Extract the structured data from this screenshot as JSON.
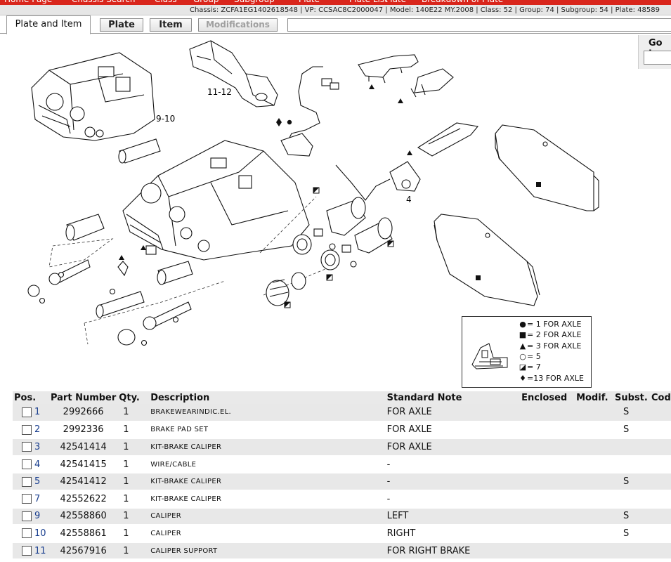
{
  "nav": {
    "items": [
      "Home Page",
      "Chassis Search",
      "Class",
      "Group",
      "Subgroup",
      "Plate",
      "Plate List",
      "Plate",
      "Breakdown of Plate"
    ]
  },
  "info_bar": "Chassis: ZCFA1EG1402618548 | VP: CCSAC8C2000047 | Model: 140E22 MY.2008 | Class: 52 | Group: 74 | Subgroup: 54 | Plate: 48589",
  "tabs": {
    "active": "Plate and Item",
    "plate": "Plate",
    "item": "Item",
    "modifications": "Modifications"
  },
  "goto": {
    "label": "Go to"
  },
  "diagram": {
    "labels": [
      "9-10",
      "11-12",
      "4"
    ],
    "legend": [
      {
        "symbol": "●",
        "text": "= 1  FOR AXLE"
      },
      {
        "symbol": "■",
        "text": "= 2  FOR AXLE"
      },
      {
        "symbol": "▲",
        "text": "= 3  FOR AXLE"
      },
      {
        "symbol": "○",
        "text": "= 5"
      },
      {
        "symbol": "◪",
        "text": "= 7"
      },
      {
        "symbol": "♦",
        "text": "=13 FOR AXLE"
      }
    ]
  },
  "table": {
    "headers": [
      "Pos.",
      "Part Number",
      "Qty.",
      "Description",
      "Standard Note",
      "Enclosed",
      "Modif.",
      "Subst.",
      "Codi"
    ],
    "rows": [
      {
        "pos": "1",
        "part": "2992666",
        "qty": "1",
        "desc": "BRAKEWEARINDIC.EL.",
        "note": "FOR AXLE",
        "subst": "S"
      },
      {
        "pos": "2",
        "part": "2992336",
        "qty": "1",
        "desc": "BRAKE PAD SET",
        "note": "FOR AXLE",
        "subst": "S"
      },
      {
        "pos": "3",
        "part": "42541414",
        "qty": "1",
        "desc": "KIT-BRAKE CALIPER",
        "note": "FOR AXLE",
        "subst": ""
      },
      {
        "pos": "4",
        "part": "42541415",
        "qty": "1",
        "desc": "WIRE/CABLE",
        "note": "-",
        "subst": ""
      },
      {
        "pos": "5",
        "part": "42541412",
        "qty": "1",
        "desc": "KIT-BRAKE CALIPER",
        "note": "-",
        "subst": "S"
      },
      {
        "pos": "7",
        "part": "42552622",
        "qty": "1",
        "desc": "KIT-BRAKE CALIPER",
        "note": "-",
        "subst": ""
      },
      {
        "pos": "9",
        "part": "42558860",
        "qty": "1",
        "desc": "CALIPER",
        "note": "LEFT",
        "subst": "S"
      },
      {
        "pos": "10",
        "part": "42558861",
        "qty": "1",
        "desc": "CALIPER",
        "note": "RIGHT",
        "subst": "S"
      },
      {
        "pos": "11",
        "part": "42567916",
        "qty": "1",
        "desc": "CALIPER SUPPORT",
        "note": "FOR RIGHT BRAKE",
        "subst": ""
      }
    ]
  }
}
